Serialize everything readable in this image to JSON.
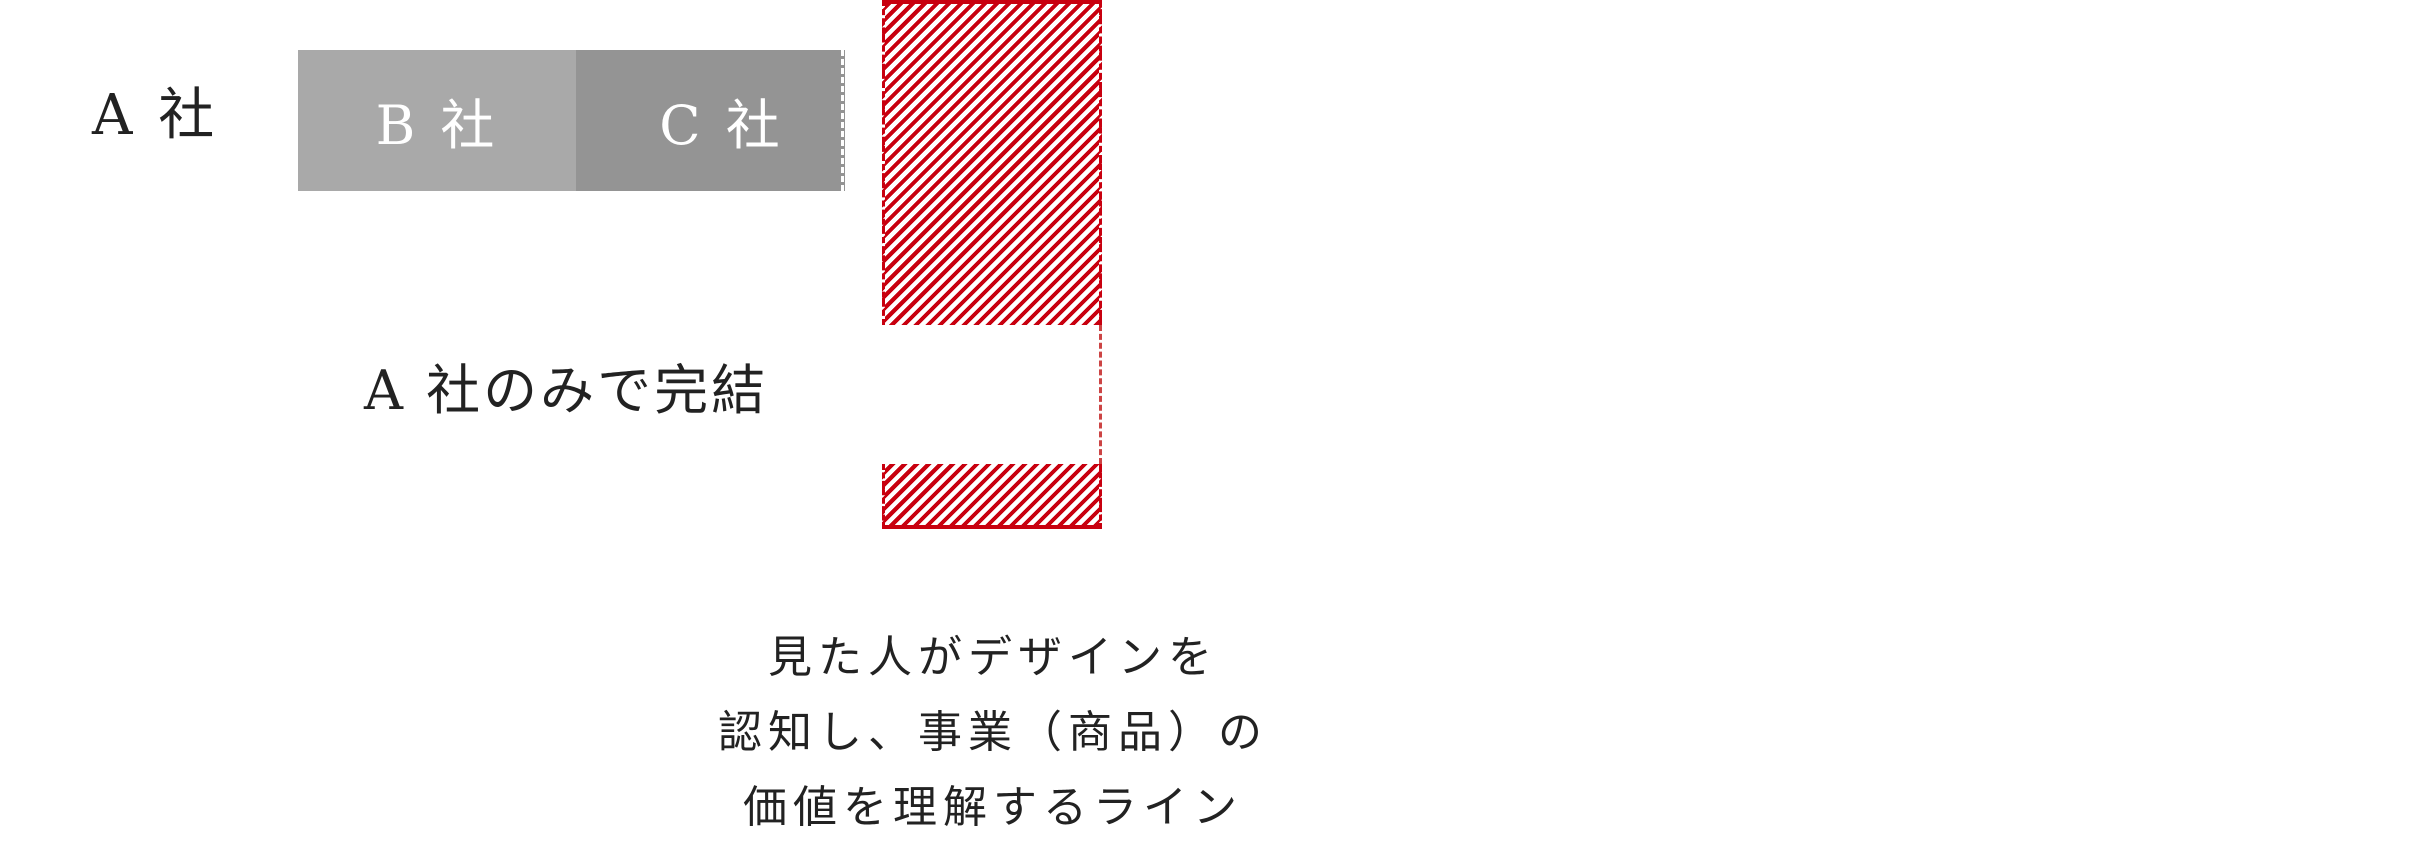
{
  "diagram": {
    "left_label": "A 社",
    "companies": [
      {
        "label": "B 社",
        "color": "#a9a9a9"
      },
      {
        "label": "C 社",
        "color": "#949494"
      }
    ],
    "self_complete_label": "A 社のみで完結",
    "hatch_color": "#c8000f",
    "caption": {
      "lines": [
        "見た人がデザインを",
        "認知し、事業（商品）の",
        "価値を理解するライン"
      ]
    }
  }
}
